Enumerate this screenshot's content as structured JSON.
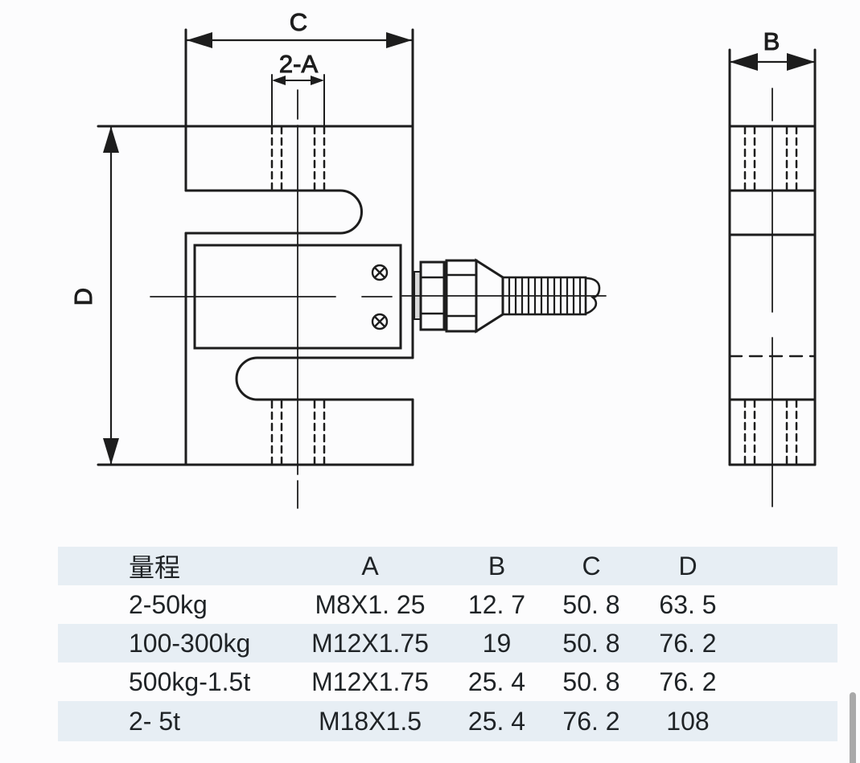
{
  "drawing": {
    "labels": {
      "width_c": "C",
      "holes_2a": "2-A",
      "height_d": "D",
      "depth_b": "B"
    }
  },
  "table": {
    "columns": [
      "量程",
      "A",
      "B",
      "C",
      "D"
    ],
    "rows": [
      [
        "2-50kg",
        "M8X1. 25",
        "12. 7",
        "50. 8",
        "63. 5"
      ],
      [
        "100-300kg",
        "M12X1.75",
        "19",
        "50. 8",
        "76. 2"
      ],
      [
        "500kg-1.5t",
        "M12X1.75",
        "25. 4",
        "50. 8",
        "76. 2"
      ],
      [
        "2- 5t",
        "M18X1.5",
        "25. 4",
        "76. 2",
        "108"
      ]
    ]
  },
  "colors": {
    "line": "#1d1d1d",
    "table_stripe": "#e7eef4",
    "background": "#fcfcfd",
    "scrollbar": "#a9a9a9"
  }
}
